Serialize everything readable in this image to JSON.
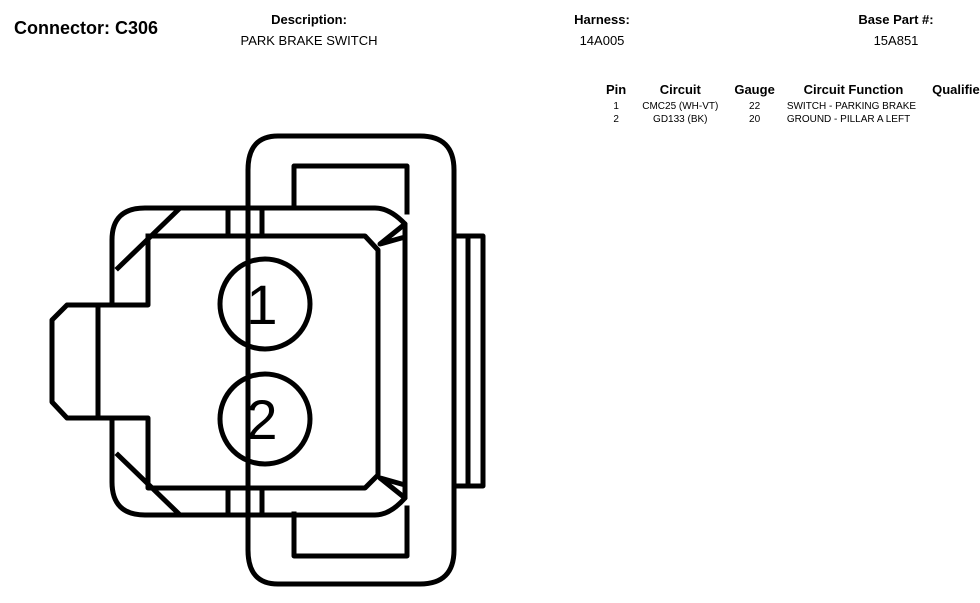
{
  "connector": {
    "title": "Connector: C306"
  },
  "description": {
    "label": "Description:",
    "value": "PARK BRAKE SWITCH"
  },
  "harness": {
    "label": "Harness:",
    "value": "14A005"
  },
  "base_part": {
    "label": "Base Part #:",
    "value": "15A851"
  },
  "pin_table": {
    "headers": {
      "pin": "Pin",
      "circuit": "Circuit",
      "gauge": "Gauge",
      "function": "Circuit Function",
      "qualifier": "Qualifier"
    },
    "rows": [
      {
        "pin": "1",
        "circuit": "CMC25 (WH-VT)",
        "gauge": "22",
        "function": "SWITCH - PARKING BRAKE",
        "qualifier": ""
      },
      {
        "pin": "2",
        "circuit": "GD133 (BK)",
        "gauge": "20",
        "function": "GROUND - PILLAR A LEFT",
        "qualifier": ""
      }
    ]
  },
  "diagram": {
    "cavities": [
      {
        "label": "1"
      },
      {
        "label": "2"
      }
    ]
  }
}
